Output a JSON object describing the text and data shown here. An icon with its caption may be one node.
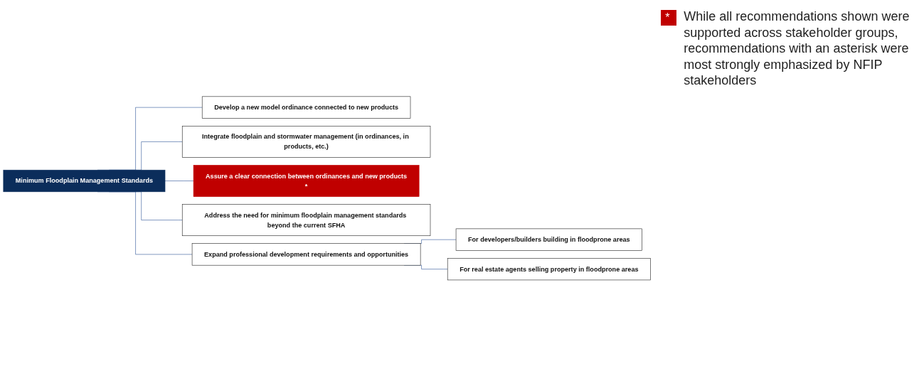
{
  "diagram": {
    "nodes": [
      {
        "text": [
          "Minimum Floodplain Management Standards"
        ]
      },
      {
        "text": [
          "Develop a new model ordinance connected to new products"
        ]
      },
      {
        "text": [
          "Integrate floodplain and stormwater management (in ordinances, in products, etc.)"
        ]
      },
      {
        "text": [
          "Assure a clear connection between ordinances and new products",
          "*"
        ]
      },
      {
        "text": [
          "Address the need for minimum floodplain management standards beyond the current SFHA"
        ]
      },
      {
        "text": [
          "Expand professional development requirements and opportunities"
        ]
      },
      {
        "text": [
          "For developers/builders building in floodprone areas"
        ]
      },
      {
        "text": [
          "For real estate agents selling property in floodprone areas"
        ]
      }
    ],
    "edges": [
      {
        "from": 0,
        "to": 1,
        "arrow": "none"
      },
      {
        "from": 0,
        "to": 2,
        "arrow": "none"
      },
      {
        "from": 0,
        "to": 3,
        "arrow": "none"
      },
      {
        "from": 0,
        "to": 4,
        "arrow": "none"
      },
      {
        "from": 0,
        "to": 5,
        "arrow": "none"
      },
      {
        "from": 5,
        "to": 6,
        "arrow": "none"
      },
      {
        "from": 5,
        "to": 7,
        "arrow": "none"
      }
    ],
    "labels": [
      "*"
    ],
    "legend": [
      {
        "text": "While all recommendations shown were supported across stakeholder groups, recommendations with an asterisk were most strongly emphasized by NFIP stakeholders",
        "color": "#c00000"
      }
    ]
  }
}
